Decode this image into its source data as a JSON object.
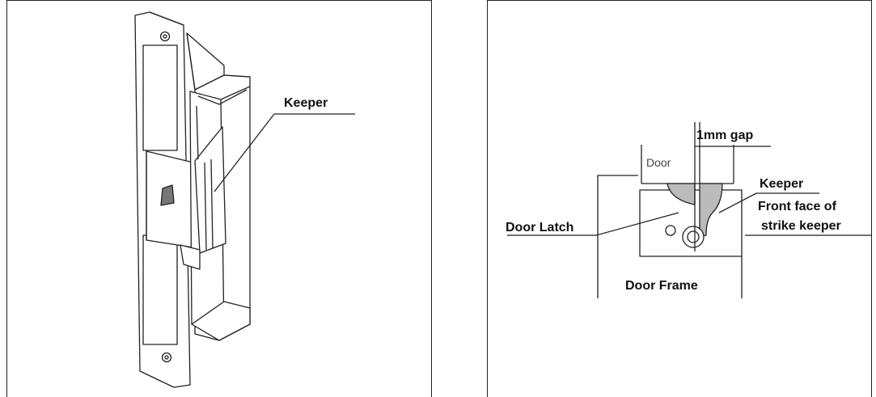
{
  "left_figure": {
    "keeper_label": "Keeper"
  },
  "right_figure": {
    "gap_label": "1mm gap",
    "door_label": "Door",
    "keeper_label": "Keeper",
    "door_latch_label": "Door Latch",
    "front_face_label_line1": "Front face of",
    "front_face_label_line2": "strike keeper",
    "door_frame_label": "Door Frame"
  }
}
